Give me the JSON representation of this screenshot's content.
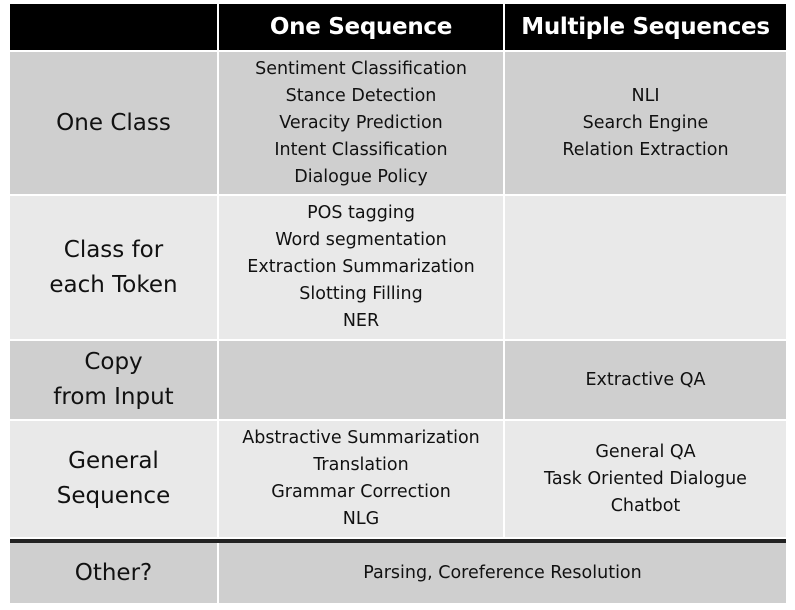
{
  "header": {
    "corner": "",
    "col_one": "One Sequence",
    "col_multi": "Multiple Sequences"
  },
  "rows": [
    {
      "label_lines": [
        "One Class"
      ],
      "one": [
        "Sentiment Classification",
        "Stance Detection",
        "Veracity Prediction",
        "Intent Classification",
        "Dialogue Policy"
      ],
      "multi": [
        "NLI",
        "Search Engine",
        "Relation Extraction"
      ]
    },
    {
      "label_lines": [
        "Class for",
        "each Token"
      ],
      "one": [
        "POS tagging",
        "Word segmentation",
        "Extraction Summarization",
        "Slotting Filling",
        "NER"
      ],
      "multi": []
    },
    {
      "label_lines": [
        "Copy",
        "from Input"
      ],
      "one": [],
      "multi": [
        "Extractive QA"
      ]
    },
    {
      "label_lines": [
        "General",
        "Sequence"
      ],
      "one": [
        "Abstractive Summarization",
        "Translation",
        "Grammar Correction",
        "NLG"
      ],
      "multi": [
        "General QA",
        "Task Oriented Dialogue",
        "Chatbot"
      ]
    }
  ],
  "other": {
    "label": "Other?",
    "value": "Parsing, Coreference Resolution"
  }
}
